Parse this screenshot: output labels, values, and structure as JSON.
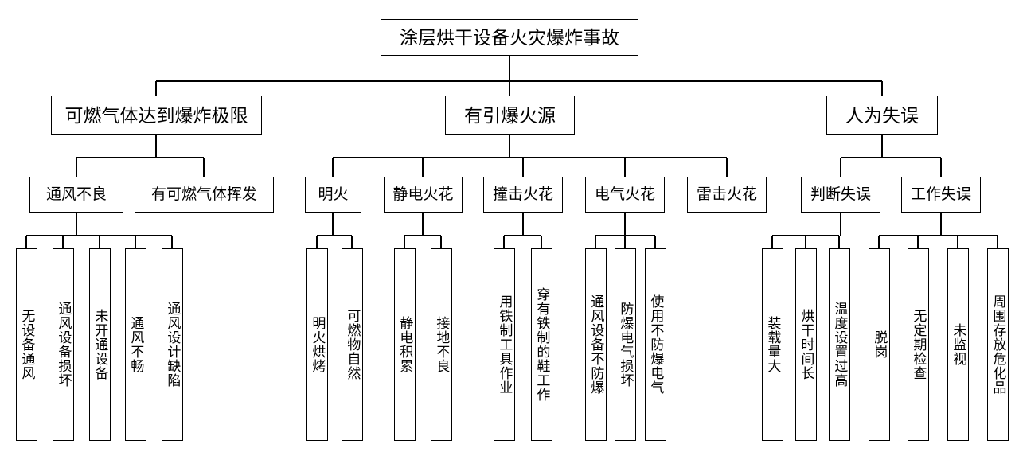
{
  "diagram": {
    "type": "fault-tree",
    "orientation": "top-down",
    "root": {
      "label": "涂层烘干设备火灾爆炸事故"
    },
    "level1": [
      {
        "label": "可燃气体达到爆炸极限"
      },
      {
        "label": "有引爆火源"
      },
      {
        "label": "人为失误"
      }
    ],
    "level2": [
      {
        "label": "通风不良"
      },
      {
        "label": "有可燃气体挥发"
      },
      {
        "label": "明火"
      },
      {
        "label": "静电火花"
      },
      {
        "label": "撞击火花"
      },
      {
        "label": "电气火花"
      },
      {
        "label": "雷击火花"
      },
      {
        "label": "判断失误"
      },
      {
        "label": "工作失误"
      }
    ],
    "leaves": [
      {
        "label": "无设备通风"
      },
      {
        "label": "通风设备损坏"
      },
      {
        "label": "未开通设备"
      },
      {
        "label": "通风不畅"
      },
      {
        "label": "通风设计缺陷"
      },
      {
        "label": "明火烘烤"
      },
      {
        "label": "可燃物自然"
      },
      {
        "label": "静电积累"
      },
      {
        "label": "接地不良"
      },
      {
        "label": "用铁制工具作业"
      },
      {
        "label": "穿有铁制的鞋工作"
      },
      {
        "label": "通风设备不防爆"
      },
      {
        "label": "防爆电气损坏"
      },
      {
        "label": "使用不防爆电气"
      },
      {
        "label": "装载量大"
      },
      {
        "label": "烘干时间长"
      },
      {
        "label": "温度设置过高"
      },
      {
        "label": "脱岗"
      },
      {
        "label": "无定期检查"
      },
      {
        "label": "未监视"
      },
      {
        "label": "周围存放危化品"
      }
    ],
    "colors": {
      "stroke": "#000000",
      "background": "#ffffff",
      "text": "#000000"
    }
  }
}
